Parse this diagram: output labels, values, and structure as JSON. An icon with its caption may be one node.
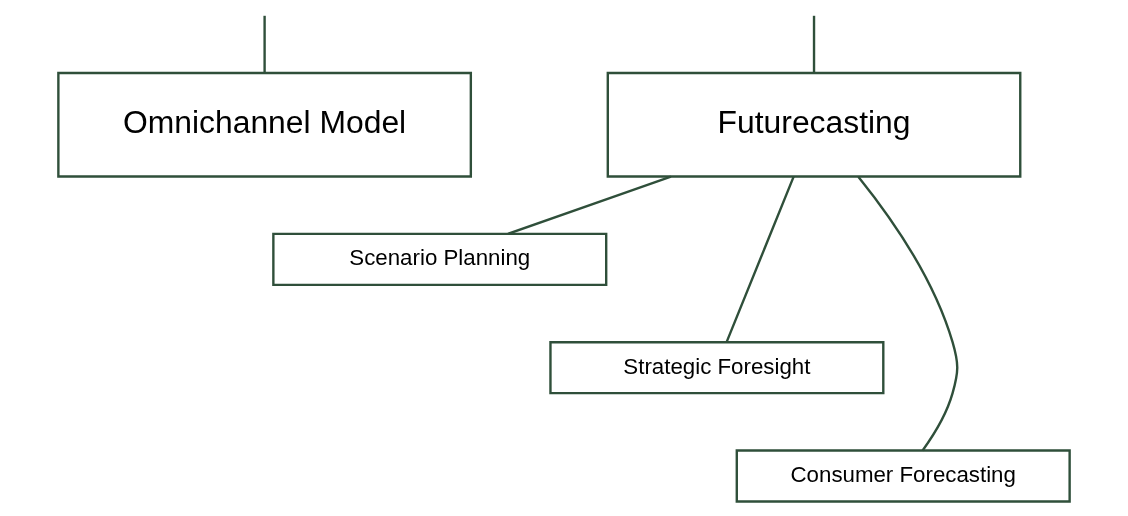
{
  "diagram": {
    "nodes": [
      {
        "text": [
          "Omnichannel Model"
        ]
      },
      {
        "text": [
          "Futurecasting"
        ]
      },
      {
        "text": [
          "Scenario Planning"
        ]
      },
      {
        "text": [
          "Strategic Foresight"
        ]
      },
      {
        "text": [
          "Consumer Forecasting"
        ]
      }
    ],
    "edges": [
      {
        "from": null,
        "to": 0,
        "arrow": "none"
      },
      {
        "from": null,
        "to": 1,
        "arrow": "none"
      },
      {
        "from": 1,
        "to": 2,
        "arrow": "none"
      },
      {
        "from": 1,
        "to": 3,
        "arrow": "none"
      },
      {
        "from": 1,
        "to": 4,
        "arrow": "none"
      }
    ]
  }
}
